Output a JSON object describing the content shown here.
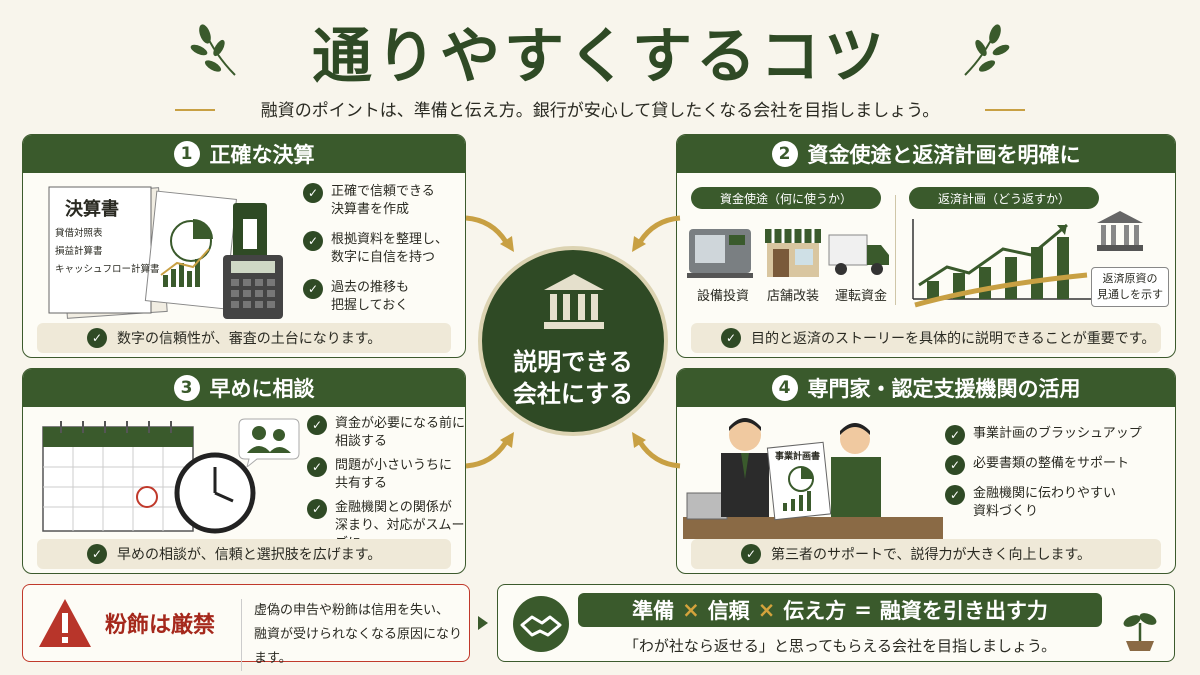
{
  "header": {
    "title": "通りやすくするコツ",
    "subtitle": "融資のポイントは、準備と伝え方。銀行が安心して貸したくなる会社を目指しましょう。"
  },
  "panel1": {
    "number": "1",
    "title": "正確な決算",
    "doc_title": "決算書",
    "doc_lines": [
      "貸借対照表",
      "損益計算書",
      "キャッシュフロー計算書"
    ],
    "items": [
      [
        "正確で信頼できる",
        "決算書を作成"
      ],
      [
        "根拠資料を整理し、",
        "数字に自信を持つ"
      ],
      [
        "過去の推移も",
        "把握しておく"
      ]
    ],
    "footer": "数字の信頼性が、審査の土台になります。"
  },
  "panel2": {
    "number": "2",
    "title": "資金使途と返済計画を明確に",
    "tag_left": "資金使途（何に使うか）",
    "tag_right": "返済計画（どう返すか）",
    "labels": [
      "設備投資",
      "店舗改装",
      "運転資金"
    ],
    "callout": [
      "返済原資の",
      "見通しを示す"
    ],
    "footer": "目的と返済のストーリーを具体的に説明できることが重要です。"
  },
  "panel3": {
    "number": "3",
    "title": "早めに相談",
    "items": [
      [
        "資金が必要になる前に",
        "相談する"
      ],
      [
        "問題が小さいうちに",
        "共有する"
      ],
      [
        "金融機関との関係が",
        "深まり、対応がスムーズに"
      ]
    ],
    "footer": "早めの相談が、信頼と選択肢を広げます。"
  },
  "panel4": {
    "number": "4",
    "title": "専門家・認定支援機関の活用",
    "doc_title": "事業計画書",
    "items": [
      [
        "事業計画のブラッシュアップ"
      ],
      [
        "必要書類の整備をサポート"
      ],
      [
        "金融機関に伝わりやすい",
        "資料づくり"
      ]
    ],
    "footer": "第三者のサポートで、説得力が大きく向上します。"
  },
  "center": {
    "line1": "説明できる",
    "line2": "会社にする"
  },
  "warning": {
    "title": "粉飾は厳禁",
    "text": [
      "虚偽の申告や粉飾は信用を失い、",
      "融資が受けられなくなる原因になります。"
    ]
  },
  "motto": {
    "w1": "準備",
    "x": "×",
    "w2": "信頼",
    "w3": "伝え方",
    "eq": "=",
    "result": "融資を引き出す力",
    "sub": "「わが社なら返せる」と思ってもらえる会社を目指しましょう。"
  },
  "colors": {
    "green": "#3a5a2c",
    "gold": "#c8a043",
    "red": "#a5281c",
    "cream": "#f8f5ec"
  }
}
